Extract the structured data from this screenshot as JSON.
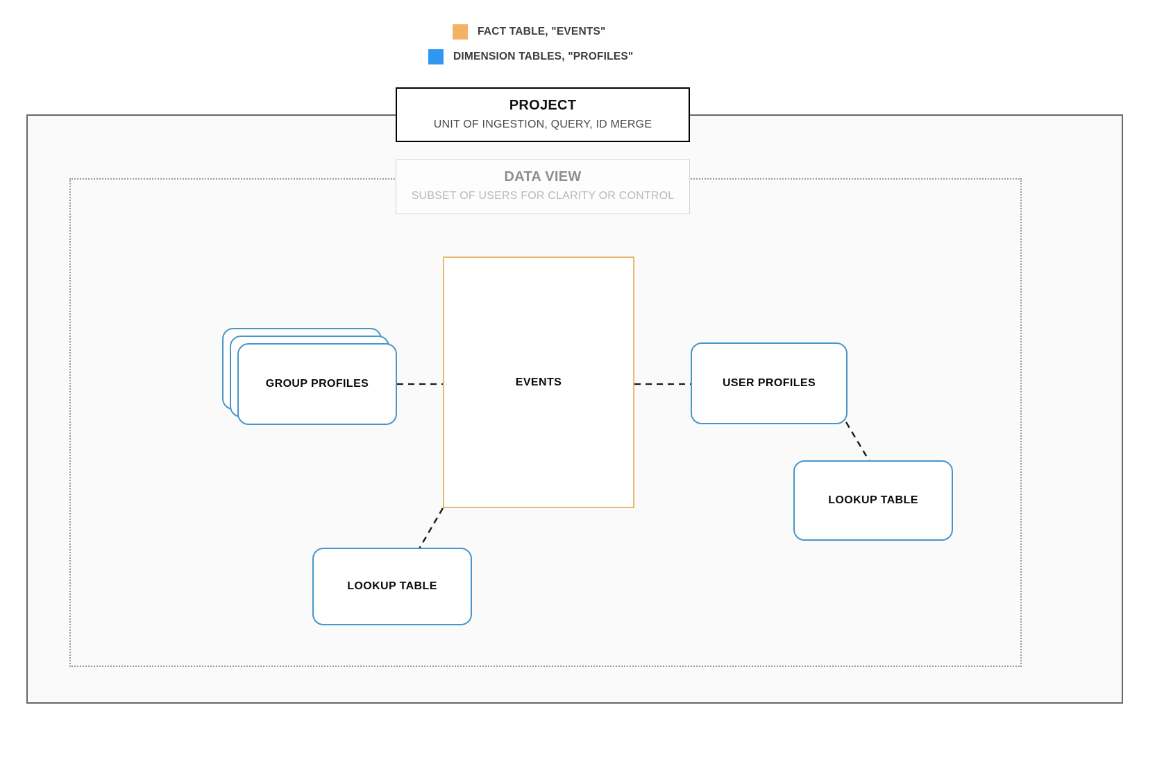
{
  "legend": {
    "items": [
      {
        "label": "FACT TABLE, \"EVENTS\"",
        "color": "#f4b266",
        "icon": "square-swatch-icon"
      },
      {
        "label": "DIMENSION TABLES, \"PROFILES\"",
        "color": "#2f97f0",
        "icon": "square-swatch-icon"
      }
    ]
  },
  "project": {
    "title": "PROJECT",
    "subtitle": "UNIT OF INGESTION, QUERY, ID MERGE"
  },
  "data_view": {
    "title": "DATA VIEW",
    "subtitle": "SUBSET OF USERS FOR CLARITY OR CONTROL"
  },
  "nodes": {
    "events": {
      "label": "EVENTS",
      "color": "#e8b96c"
    },
    "group_profiles": {
      "label": "GROUP PROFILES",
      "color": "#4796ca",
      "stack_count": 3
    },
    "user_profiles": {
      "label": "USER PROFILES",
      "color": "#4796ca"
    },
    "lookup_table_left": {
      "label": "LOOKUP TABLE",
      "color": "#4796ca"
    },
    "lookup_table_right": {
      "label": "LOOKUP TABLE",
      "color": "#4796ca"
    }
  },
  "connectors": [
    {
      "name": "group-profiles-to-events",
      "style": "dashed"
    },
    {
      "name": "events-to-user-profiles",
      "style": "dashed"
    },
    {
      "name": "events-to-lookup-table-left",
      "style": "dashed"
    },
    {
      "name": "user-profiles-to-lookup-table-right",
      "style": "dashed"
    }
  ],
  "colors": {
    "fact_orange": "#e8b96c",
    "dimension_blue": "#4796ca",
    "legend_orange": "#f4b266",
    "legend_blue": "#2f97f0",
    "container_border": "#676767",
    "dataview_border": "#9a9a9a",
    "connector": "#1a1a1a"
  }
}
